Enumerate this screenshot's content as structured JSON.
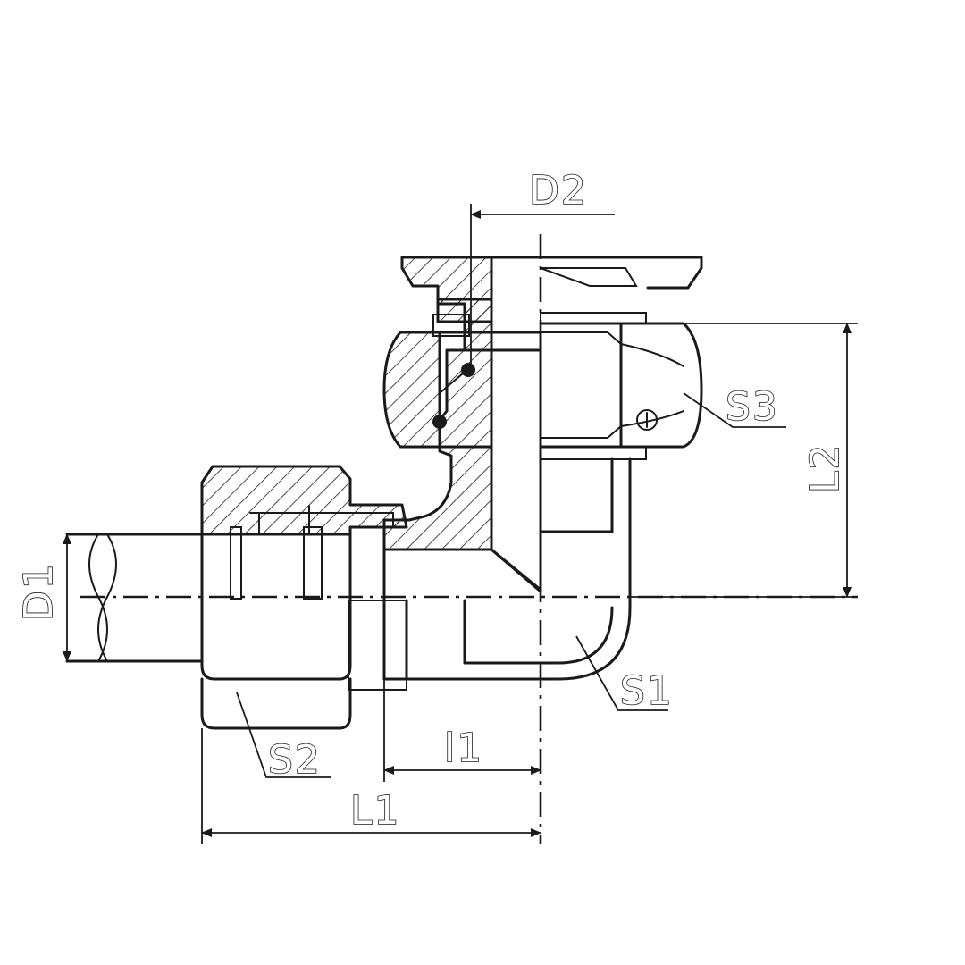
{
  "labels": {
    "d1": "D1",
    "d2": "D2",
    "l1": "L1",
    "l2": "L2",
    "small_l1": "l1",
    "s1": "S1",
    "s2": "S2",
    "s3": "S3"
  }
}
